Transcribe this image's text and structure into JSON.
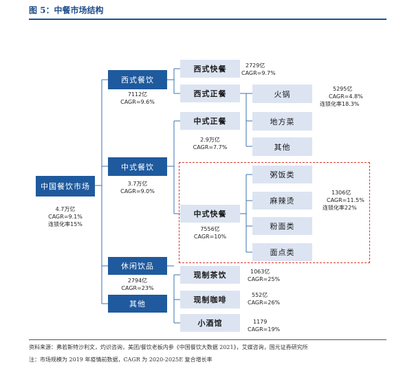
{
  "title": "图 5：中餐市场结构",
  "root": {
    "label": "中国餐饮市场",
    "stats": [
      "4.7万亿",
      "CAGR=9.1%",
      "连锁化率15%"
    ]
  },
  "level1": {
    "western": {
      "label": "西式餐饮",
      "stats": [
        "7112亿",
        "CAGR=9.6%"
      ]
    },
    "chinese": {
      "label": "中式餐饮",
      "stats": [
        "3.7万亿",
        "CAGR=9.0%"
      ]
    },
    "leisure": {
      "label": "休闲饮品",
      "stats": [
        "2794亿",
        "CAGR=23%"
      ]
    },
    "other": {
      "label": "其他"
    }
  },
  "level2": {
    "western_fast": {
      "label": "西式快餐",
      "stats": [
        "2729亿",
        "CAGR=9.7%"
      ]
    },
    "western_formal": {
      "label": "西式正餐"
    },
    "chinese_formal": {
      "label": "中式正餐",
      "stats": [
        "2.9万亿",
        "CAGR=7.7%"
      ]
    },
    "chinese_fast": {
      "label": "中式快餐",
      "stats": [
        "7556亿",
        "CAGR=10%"
      ]
    },
    "tea": {
      "label": "现制茶饮",
      "stats": [
        "1063亿",
        "CAGR=25%"
      ]
    },
    "coffee": {
      "label": "现制咖啡",
      "stats": [
        "552亿",
        "CAGR=26%"
      ]
    },
    "bar": {
      "label": "小酒馆",
      "stats": [
        "1179",
        "CAGR=19%"
      ]
    }
  },
  "level3": {
    "hotpot": {
      "label": "火锅"
    },
    "local": {
      "label": "地方菜"
    },
    "formal_other": {
      "label": "其他"
    },
    "formal_stats": [
      "5295亿",
      "CAGR=4.8%",
      "连锁化率18.3%"
    ],
    "congee": {
      "label": "粥饭类"
    },
    "malatang": {
      "label": "麻辣烫"
    },
    "noodle": {
      "label": "粉面类"
    },
    "pastry": {
      "label": "面点类"
    },
    "fast_stats": [
      "1306亿",
      "CAGR=11.5%",
      "连锁化率22%"
    ]
  },
  "footer": {
    "source": "资料来源：弗若斯特沙利文，灼识咨询，美团/餐饮老板内参《中国餐饮大数据 2021》，艾媒咨询，国元证券研究所",
    "note": "注：市场规模为 2019 年疫情前数据，CAGR 为 2020-2025E 复合增长率"
  },
  "colors": {
    "dark_box": "#1f5a9e",
    "light_box": "#dce4f2",
    "accent": "#1f4e8c",
    "dash": "#d9342b",
    "line": "#3a6fb0"
  }
}
